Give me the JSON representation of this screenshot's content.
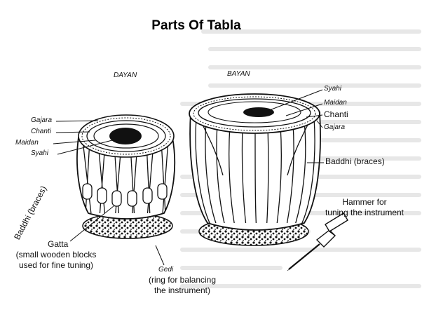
{
  "title": "Parts Of Tabla",
  "drums": {
    "dayan": "DAYAN",
    "bayan": "BAYAN"
  },
  "dayan_labels": {
    "gajara": "Gajara",
    "chanti": "Chanti",
    "maidan": "Maidan",
    "syahi": "Syahi",
    "baddhi": "Baddhi (braces)",
    "gatta": "Gatta",
    "gatta_desc_1": "(small wooden blocks",
    "gatta_desc_2": "used for fine tuning)"
  },
  "bayan_labels": {
    "syahi": "Syahi",
    "maidan": "Maidan",
    "chanti": "Chanti",
    "gajara": "Gajara",
    "baddhi": "Baddhi (braces)"
  },
  "gedi": {
    "label": "Gedi",
    "desc_1": "(ring for balancing",
    "desc_2": "the instrument)"
  },
  "hammer": {
    "line_1": "Hammer for",
    "line_2": "tuning the instrument"
  },
  "colors": {
    "ink": "#111111",
    "background": "#ffffff",
    "syahi": "#111111",
    "background_text": "#c8c8c8"
  }
}
